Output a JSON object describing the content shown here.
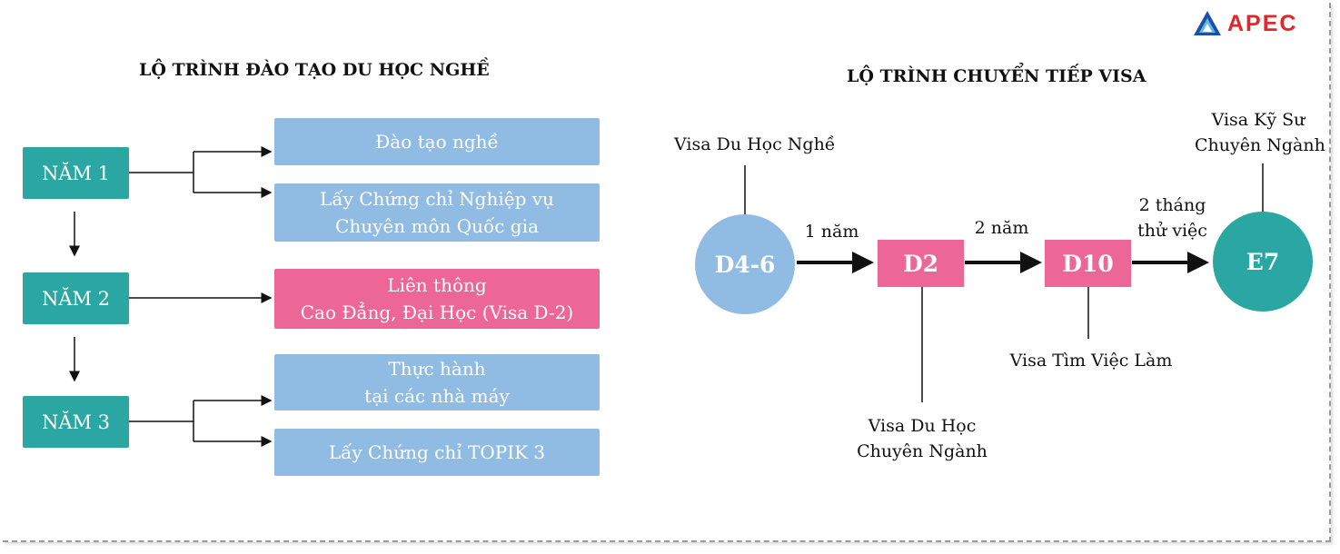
{
  "brand": {
    "name": "APEC"
  },
  "training": {
    "title": "LỘ TRÌNH ĐÀO TẠO DU HỌC NGHỀ",
    "years": [
      {
        "label": "NĂM 1"
      },
      {
        "label": "NĂM 2"
      },
      {
        "label": "NĂM 3"
      }
    ],
    "boxes": [
      {
        "lines": [
          "Đào tạo nghề"
        ]
      },
      {
        "lines": [
          "Lấy Chứng chỉ Nghiệp vụ",
          "Chuyên môn Quốc gia"
        ]
      },
      {
        "lines": [
          "Liên thông",
          "Cao Đẳng, Đại Học (Visa D-2)"
        ]
      },
      {
        "lines": [
          "Thực hành",
          "tại các nhà máy"
        ]
      },
      {
        "lines": [
          "Lấy Chứng chỉ TOPIK 3"
        ]
      }
    ]
  },
  "visa": {
    "title": "LỘ TRÌNH CHUYỂN TIẾP VISA",
    "nodes": [
      {
        "code": "D4-6",
        "caption": [
          "Visa Du Học Nghề"
        ]
      },
      {
        "code": "D2",
        "caption": [
          "Visa Du Học",
          "Chuyên Ngành"
        ]
      },
      {
        "code": "D10",
        "caption": [
          "Visa Tìm Việc Làm"
        ]
      },
      {
        "code": "E7",
        "caption": [
          "Visa Kỹ Sư",
          "Chuyên Ngành"
        ]
      }
    ],
    "transitions": [
      {
        "lines": [
          "1 năm"
        ]
      },
      {
        "lines": [
          "2 năm"
        ]
      },
      {
        "lines": [
          "2 tháng",
          "thử việc"
        ]
      }
    ]
  },
  "colors": {
    "teal": "#2aa7a3",
    "blue": "#90bce4",
    "pink": "#ec6796",
    "brand_red": "#e3262b"
  }
}
